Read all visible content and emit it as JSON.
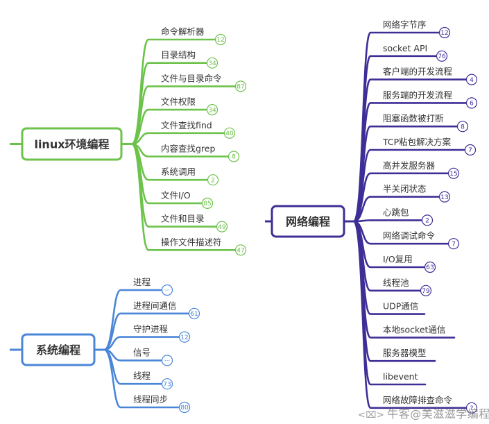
{
  "branches": [
    {
      "id": "linux",
      "title": "linux环境编程",
      "color": "#6cc24a",
      "children": [
        {
          "label": "命令解析器",
          "badge": "12"
        },
        {
          "label": "目录结构",
          "badge": "34"
        },
        {
          "label": "文件与目录命令",
          "badge": "87"
        },
        {
          "label": "文件权限",
          "badge": "34"
        },
        {
          "label": "文件查找find",
          "badge": "40"
        },
        {
          "label": "内容查找grep",
          "badge": "8"
        },
        {
          "label": "系统调用",
          "badge": "2"
        },
        {
          "label": "文件I/O",
          "badge": "85"
        },
        {
          "label": "文件和目录",
          "badge": "49"
        },
        {
          "label": "操作文件描述符",
          "badge": "47"
        }
      ]
    },
    {
      "id": "system",
      "title": "系统编程",
      "color": "#4a86d8",
      "children": [
        {
          "label": "进程",
          "badge": "···"
        },
        {
          "label": "进程间通信",
          "badge": "61"
        },
        {
          "label": "守护进程",
          "badge": "12"
        },
        {
          "label": "信号",
          "badge": "···"
        },
        {
          "label": "线程",
          "badge": "73"
        },
        {
          "label": "线程同步",
          "badge": "80"
        }
      ]
    },
    {
      "id": "network",
      "title": "网络编程",
      "color": "#3d2f96",
      "children": [
        {
          "label": "网络字节序",
          "badge": "12"
        },
        {
          "label": "socket API",
          "badge": "76"
        },
        {
          "label": "客户端的开发流程",
          "badge": "4"
        },
        {
          "label": "服务端的开发流程",
          "badge": "6"
        },
        {
          "label": "阻塞函数被打断",
          "badge": "8"
        },
        {
          "label": "TCP粘包解决方案",
          "badge": "7"
        },
        {
          "label": "高并发服务器",
          "badge": "15"
        },
        {
          "label": "半关闭状态",
          "badge": "13"
        },
        {
          "label": "心跳包",
          "badge": "2"
        },
        {
          "label": "网络调试命令",
          "badge": "7"
        },
        {
          "label": "I/O复用",
          "badge": "63"
        },
        {
          "label": "线程池",
          "badge": "79"
        },
        {
          "label": "UDP通信",
          "badge": null
        },
        {
          "label": "本地socket通信",
          "badge": null
        },
        {
          "label": "服务器模型",
          "badge": null
        },
        {
          "label": "libevent",
          "badge": null
        },
        {
          "label": "网络故障排查命令",
          "badge": "?"
        }
      ]
    }
  ],
  "watermark": {
    "icon": "weibo-eye-icon",
    "text": "牛客@美滋滋学编程"
  }
}
